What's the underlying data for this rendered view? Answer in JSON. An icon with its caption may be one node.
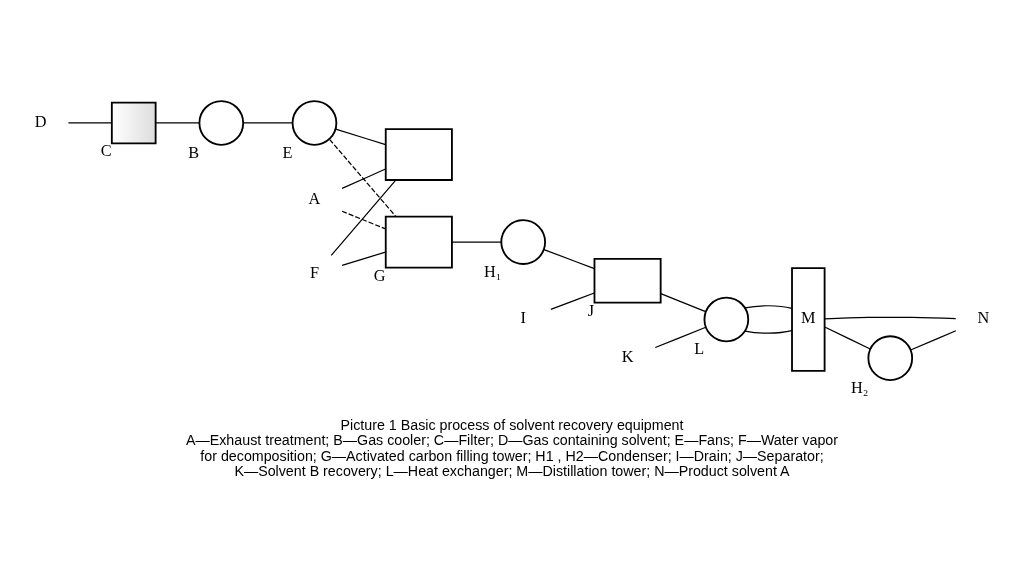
{
  "diagram": {
    "title": "Picture 1 Basic process of solvent recovery equipment",
    "caption": "A—Exhaust treatment; B—Gas cooler; C—Filter; D—Gas containing solvent; E—Fans; F—Water vapor for decomposition; G—Activated carbon filling tower; H1 , H2—Condenser; I—Drain; J—Separator; K—Solvent B recovery; L—Heat exchanger; M—Distillation tower; N—Product solvent A",
    "nodes": [
      {
        "text": [
          "D"
        ]
      },
      {
        "text": [
          "C"
        ]
      },
      {
        "text": [
          "B"
        ]
      },
      {
        "text": [
          "E"
        ]
      },
      {
        "text": [
          "A"
        ]
      },
      {
        "text": [],
        "shape": "box"
      },
      {
        "text": [
          "G"
        ]
      },
      {
        "text": [
          "F"
        ]
      },
      {
        "text": [
          "H₁"
        ]
      },
      {
        "text": [
          "J"
        ]
      },
      {
        "text": [
          "I"
        ]
      },
      {
        "text": [
          "K"
        ]
      },
      {
        "text": [
          "L"
        ]
      },
      {
        "text": [
          "M"
        ]
      },
      {
        "text": [
          "H₂"
        ]
      },
      {
        "text": [
          "N"
        ]
      }
    ],
    "edges": [
      {
        "from": 0,
        "to": 1,
        "arrow": "none"
      },
      {
        "from": 1,
        "to": 2,
        "arrow": "none"
      },
      {
        "from": 2,
        "to": 3,
        "arrow": "none"
      },
      {
        "from": 3,
        "to": 5,
        "arrow": "none"
      },
      {
        "from": 3,
        "to": 6,
        "arrow": "none",
        "style": "dashed"
      },
      {
        "from": 4,
        "to": 5,
        "arrow": "none"
      },
      {
        "from": 4,
        "to": 6,
        "arrow": "none",
        "style": "dashed"
      },
      {
        "from": 7,
        "to": 5,
        "arrow": "none"
      },
      {
        "from": 7,
        "to": 6,
        "arrow": "none"
      },
      {
        "from": 6,
        "to": 8,
        "arrow": "none"
      },
      {
        "from": 8,
        "to": 9,
        "arrow": "none"
      },
      {
        "from": 10,
        "to": 9,
        "arrow": "none"
      },
      {
        "from": 9,
        "to": 12,
        "arrow": "none"
      },
      {
        "from": 11,
        "to": 12,
        "arrow": "none"
      },
      {
        "from": 12,
        "to": 13,
        "arrow": "none"
      },
      {
        "from": 12,
        "to": 13,
        "arrow": "none"
      },
      {
        "from": 13,
        "to": 14,
        "arrow": "none"
      },
      {
        "from": 14,
        "to": 15,
        "arrow": "none"
      },
      {
        "from": 13,
        "to": 15,
        "arrow": "none"
      }
    ]
  }
}
